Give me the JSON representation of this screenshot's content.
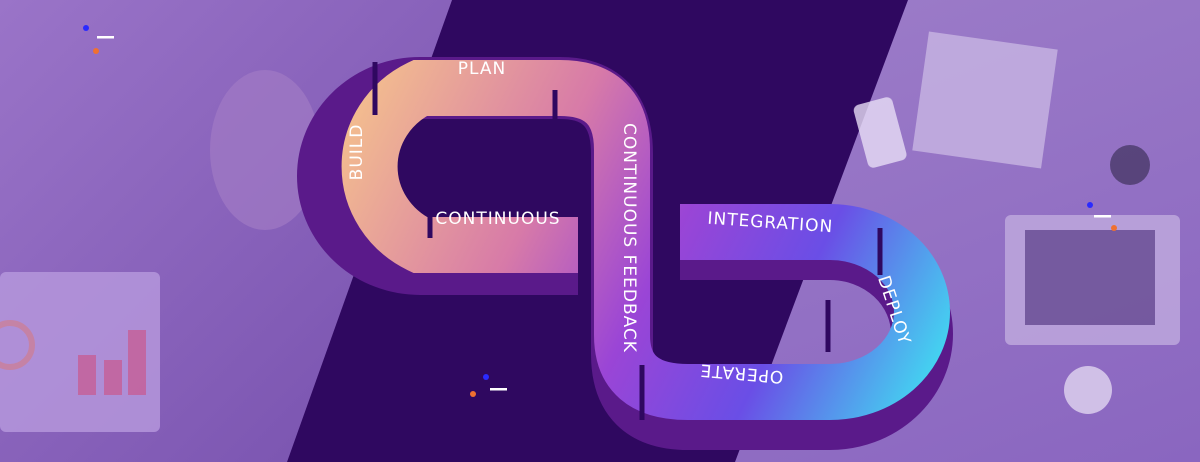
{
  "colors": {
    "dark_band": "#2f0860",
    "left_tint": "#8a62bd",
    "right_tint": "#9b78c6",
    "grad_start": "#f8c98a",
    "grad_mid": "#c25bbf",
    "grad_mid2": "#8a3ae0",
    "grad_end": "#3fe3f2"
  },
  "diagram": {
    "stages": {
      "plan": "PLAN",
      "build": "BUILD",
      "continuous": "CONTINUOUS",
      "feedback": "CONTINUOUS FEEDBACK",
      "integration": "INTEGRATION",
      "deploy": "DEPLOY",
      "operate": "OPERATE"
    }
  }
}
